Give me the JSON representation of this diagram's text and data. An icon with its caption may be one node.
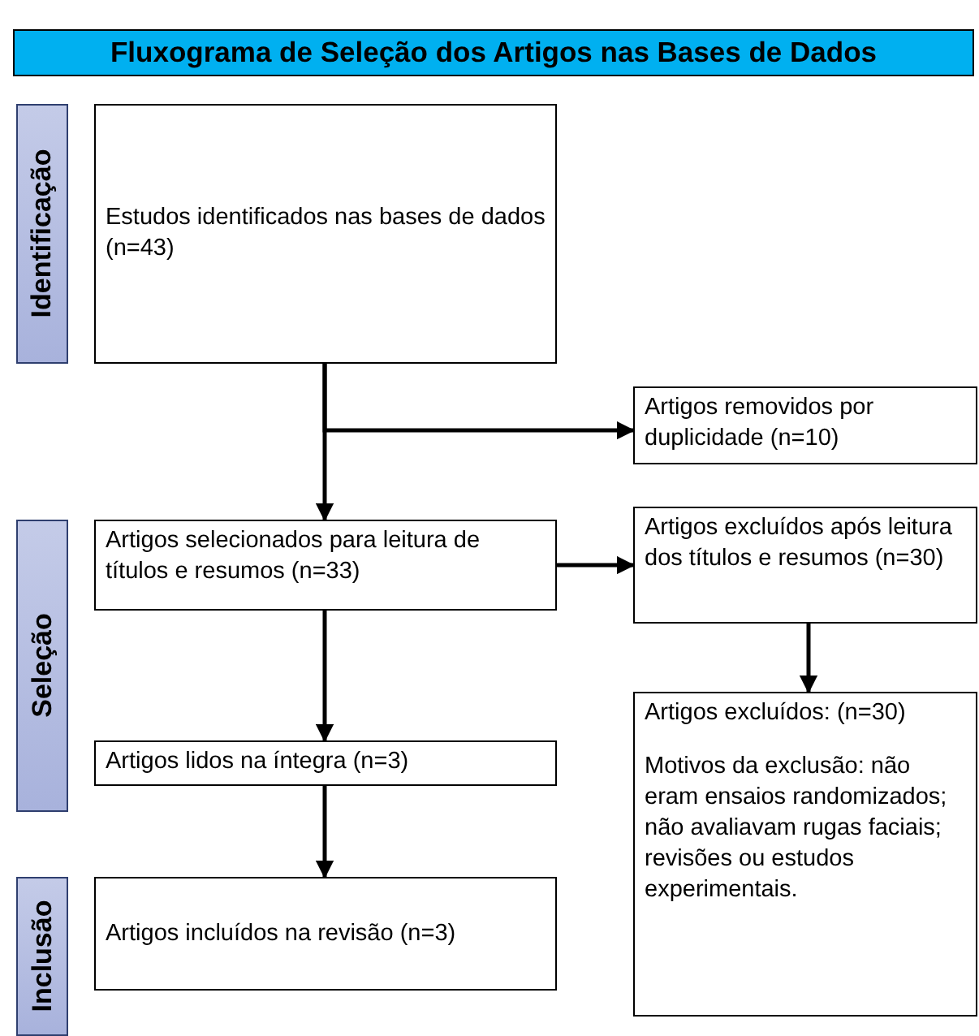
{
  "diagram": {
    "title": "Fluxograma de Seleção dos Artigos nas Bases de Dados",
    "nodes": [
      {
        "text": [
          "Identificação"
        ]
      },
      {
        "text": [
          "Estudos identificados nas bases de dados (n=43)"
        ]
      },
      {
        "text": [
          "Artigos removidos por duplicidade (n=10)"
        ]
      },
      {
        "text": [
          "Seleção"
        ]
      },
      {
        "text": [
          "Artigos selecionados para leitura de títulos e resumos (n=33)"
        ]
      },
      {
        "text": [
          "Artigos excluídos após leitura dos títulos e resumos (n=30)"
        ]
      },
      {
        "text": [
          "Artigos lidos na íntegra (n=3)"
        ]
      },
      {
        "text": [
          "Artigos excluídos: (n=30)",
          "Motivos da exclusão: não eram ensaios randomizados; não avaliavam rugas faciais; revisões ou estudos experimentais."
        ]
      },
      {
        "text": [
          "Inclusão"
        ]
      },
      {
        "text": [
          "Artigos incluídos na revisão (n=3)"
        ]
      }
    ],
    "edges": [
      {
        "from": 1,
        "to": 4,
        "arrow": "to"
      },
      {
        "from": 1,
        "to": 2,
        "arrow": "to"
      },
      {
        "from": 4,
        "to": 5,
        "arrow": "to"
      },
      {
        "from": 5,
        "to": 7,
        "arrow": "to"
      },
      {
        "from": 4,
        "to": 6,
        "arrow": "to"
      },
      {
        "from": 6,
        "to": 9,
        "arrow": "to"
      }
    ]
  }
}
